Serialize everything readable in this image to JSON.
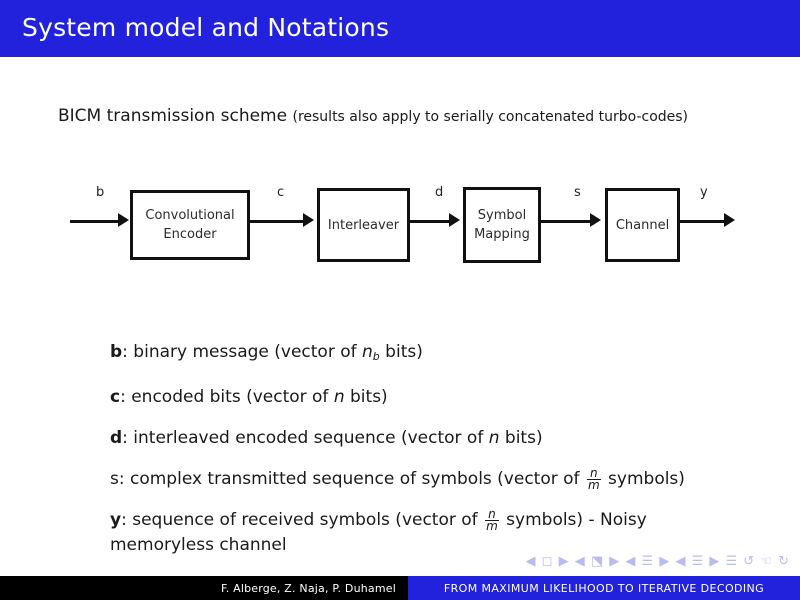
{
  "slide": {
    "title": "System model and Notations",
    "intro_main": "BICM transmission scheme",
    "intro_paren": "(results also apply to serially concatenated turbo-codes)",
    "colors": {
      "title_bar_blue": "#2222dd",
      "footer_black": "#000000",
      "footer_blue": "#2222dd",
      "nav_glyph_blue": "#b9bcef",
      "text_black": "#1a1a1a"
    }
  },
  "diagram": {
    "blocks": [
      {
        "id": "convolutional-encoder",
        "line1": "Convolutional",
        "line2": "Encoder"
      },
      {
        "id": "interleaver",
        "line1": "Interleaver",
        "line2": ""
      },
      {
        "id": "symbol-mapping",
        "line1": "Symbol",
        "line2": "Mapping"
      },
      {
        "id": "channel",
        "line1": "Channel",
        "line2": ""
      }
    ],
    "signals": [
      {
        "id": "b",
        "label": "b"
      },
      {
        "id": "c",
        "label": "c"
      },
      {
        "id": "d",
        "label": "d"
      },
      {
        "id": "s",
        "label": "s"
      },
      {
        "id": "y",
        "label": "y"
      }
    ]
  },
  "notations": [
    {
      "symbol": "b",
      "text_before": ": binary message (vector of ",
      "var": "n",
      "var_sub": "b",
      "text_after": " bits)",
      "has_fraction": false,
      "tail": ""
    },
    {
      "symbol": "c",
      "text_before": ": encoded bits (vector of ",
      "var": "n",
      "var_sub": "",
      "text_after": " bits)",
      "has_fraction": false,
      "tail": ""
    },
    {
      "symbol": "d",
      "text_before": ": interleaved encoded sequence (vector of ",
      "var": "n",
      "var_sub": "",
      "text_after": " bits)",
      "has_fraction": false,
      "tail": ""
    },
    {
      "symbol": "s",
      "text_before": ": complex transmitted sequence of symbols (vector of ",
      "var": "",
      "var_sub": "",
      "text_after": " symbols)",
      "has_fraction": true,
      "frac_num": "n",
      "frac_den": "m",
      "tail": ""
    },
    {
      "symbol": "y",
      "text_before": ": sequence of received symbols (vector of ",
      "var": "",
      "var_sub": "",
      "text_after": " symbols) - Noisy memoryless channel",
      "has_fraction": true,
      "frac_num": "n",
      "frac_den": "m",
      "tail": ""
    }
  ],
  "navigation": {
    "glyphs": "◀ ◻ ▶  ◀ ⬔ ▶  ◀ ☰ ▶  ◀ ☰ ▶    ☰    ↺ ☜ ↻"
  },
  "footer": {
    "authors": "F. Alberge, Z. Naja, P. Duhamel",
    "talk_title": "FROM MAXIMUM LIKELIHOOD TO ITERATIVE DECODING"
  }
}
